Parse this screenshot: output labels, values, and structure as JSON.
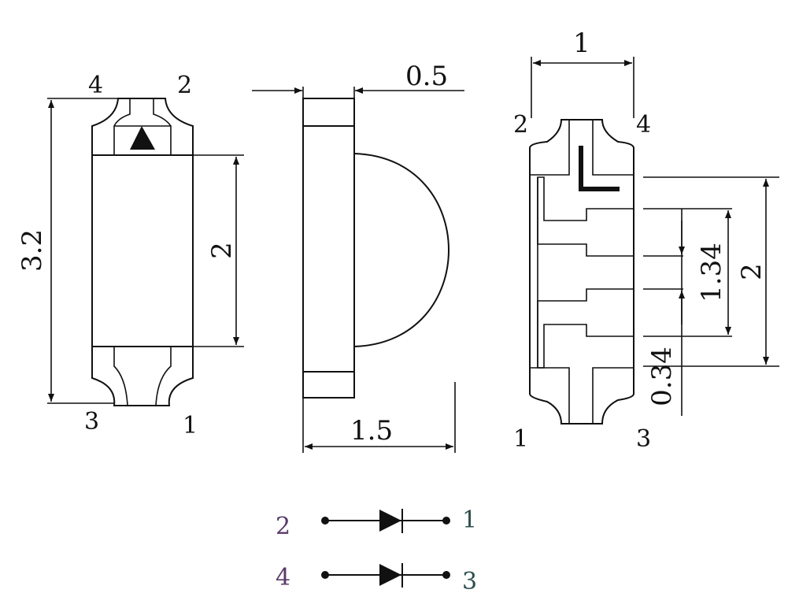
{
  "front_view": {
    "dim_length": "3.2",
    "dim_lens": "2",
    "pins": {
      "top_left": "4",
      "top_right": "2",
      "bottom_left": "3",
      "bottom_right": "1"
    }
  },
  "side_view": {
    "dim_thickness": "0.5",
    "dim_height": "1.5"
  },
  "bottom_view": {
    "dim_width": "1",
    "dim_total": "2",
    "dim_gap": "1.34",
    "dim_pad": "0.34",
    "pins": {
      "top_left": "2",
      "top_right": "4",
      "bottom_left": "1",
      "bottom_right": "3"
    }
  },
  "schematic": {
    "rows": [
      {
        "anode": "2",
        "cathode": "1"
      },
      {
        "anode": "4",
        "cathode": "3"
      }
    ],
    "colors": {
      "anode": "#5a3a6a",
      "cathode": "#2f4f4f"
    }
  }
}
